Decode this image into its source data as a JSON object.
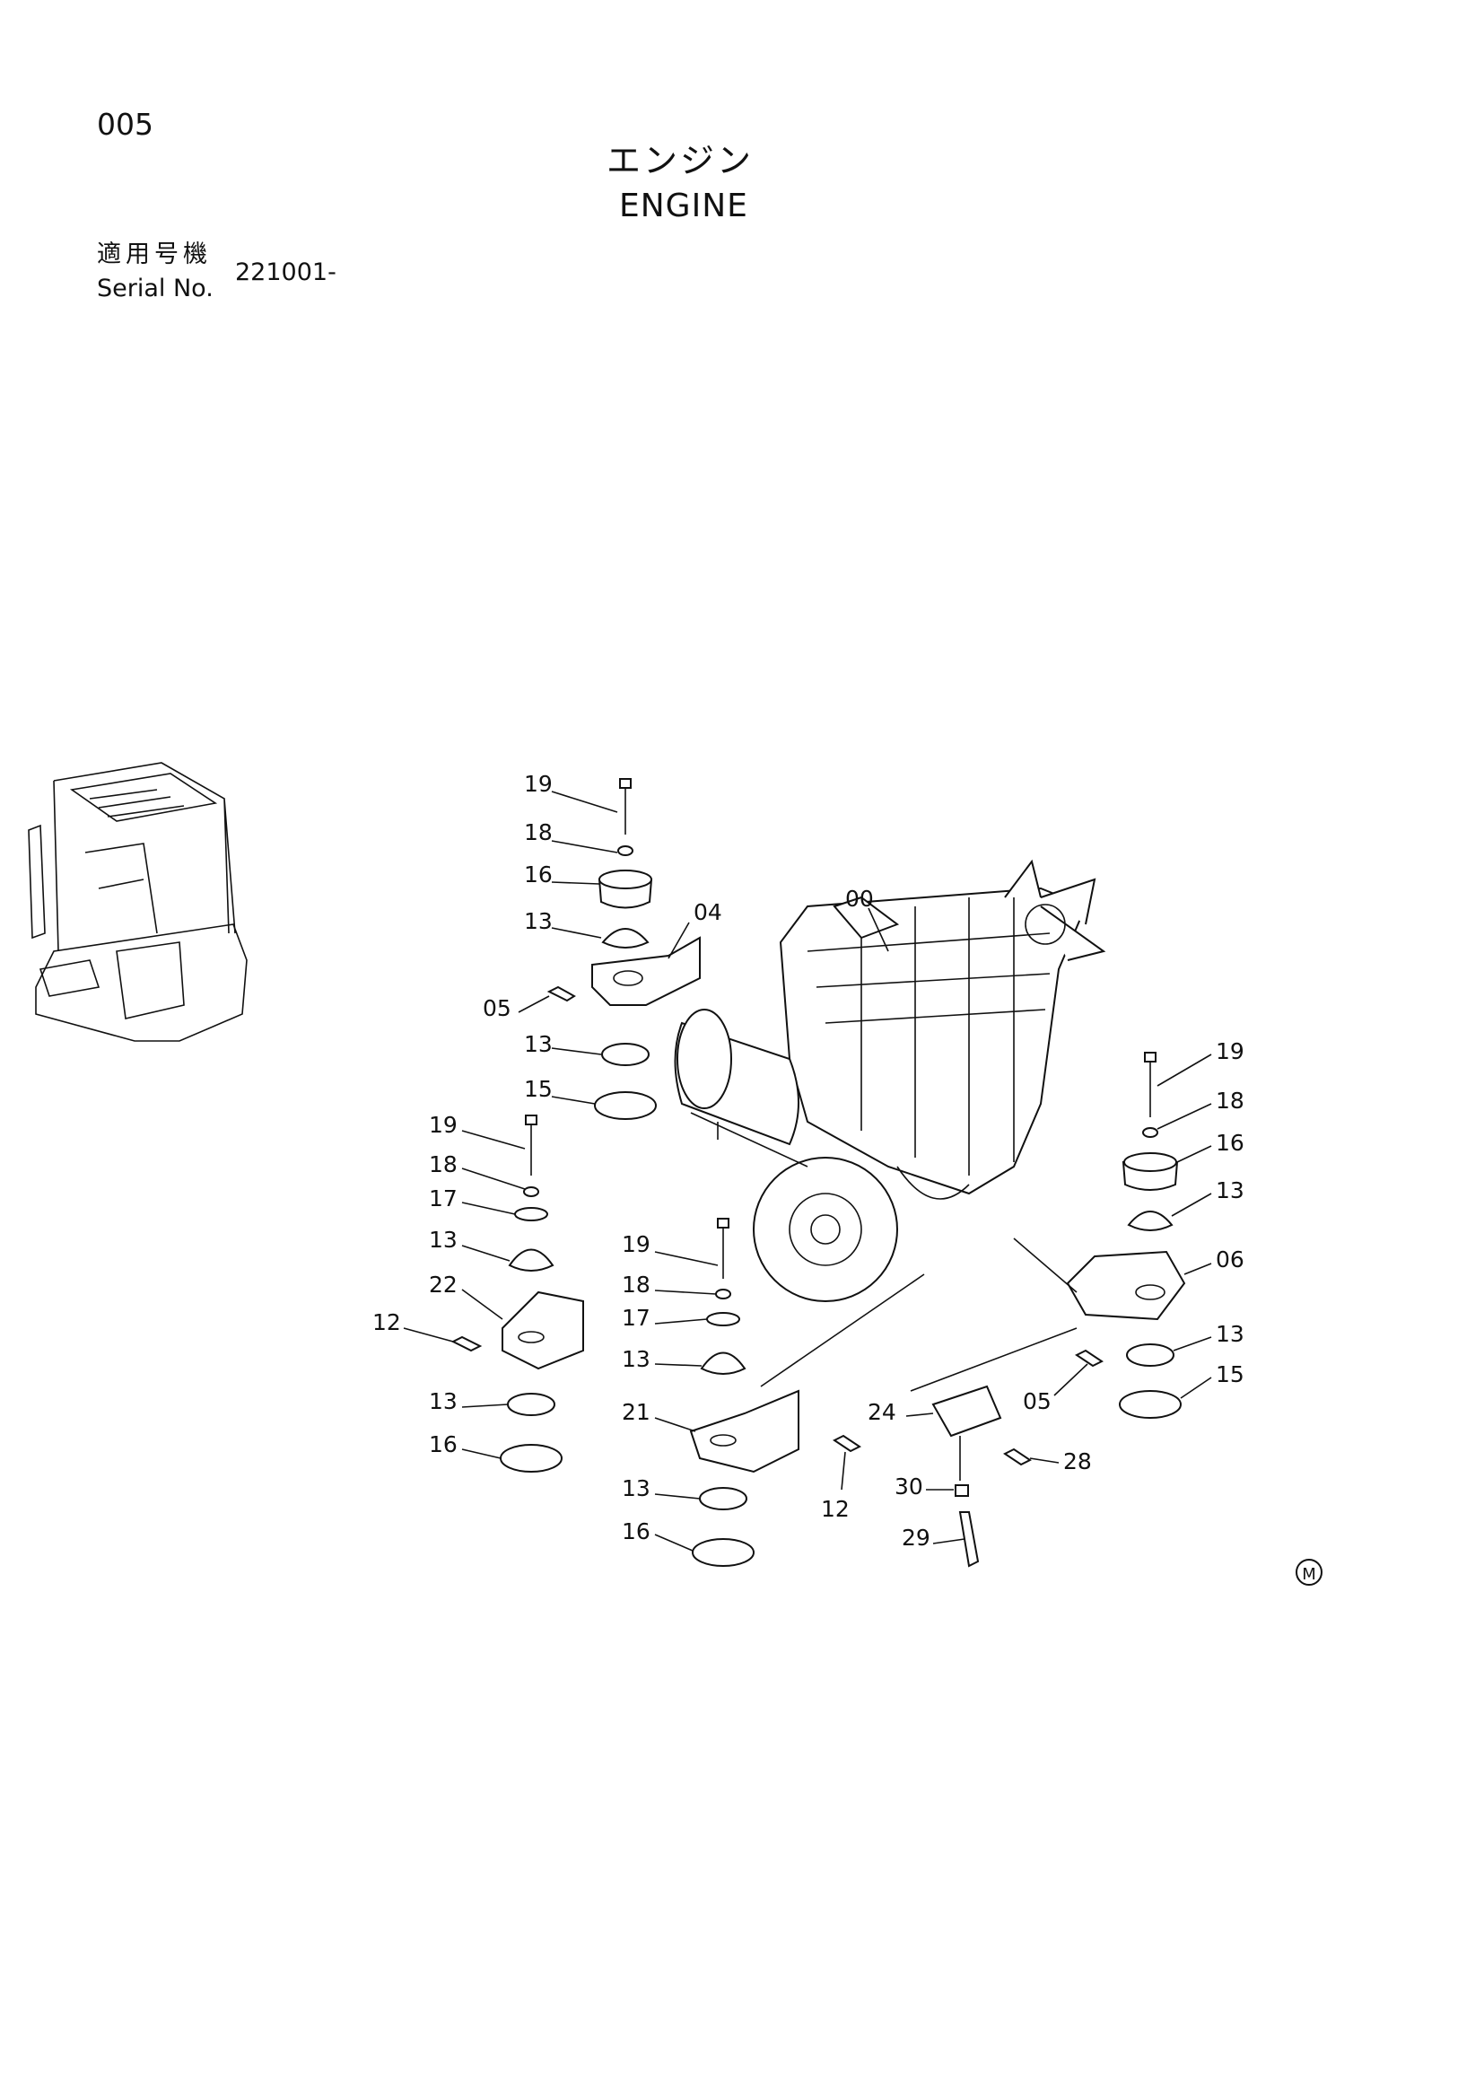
{
  "header": {
    "page_number": "005",
    "title_jp": "エンジン",
    "title_en": "ENGINE",
    "serial_label_jp": "適用号機",
    "serial_label_en": "Serial No.",
    "serial_value": "221001-"
  },
  "diagram": {
    "callouts": [
      "19",
      "18",
      "16",
      "13",
      "04",
      "05",
      "00",
      "13",
      "15",
      "19",
      "18",
      "17",
      "13",
      "22",
      "12",
      "13",
      "16",
      "19",
      "18",
      "16",
      "13",
      "06",
      "13",
      "05",
      "15",
      "19",
      "18",
      "17",
      "13",
      "21",
      "24",
      "28",
      "30",
      "13",
      "12",
      "16",
      "29"
    ],
    "mark": "M"
  }
}
